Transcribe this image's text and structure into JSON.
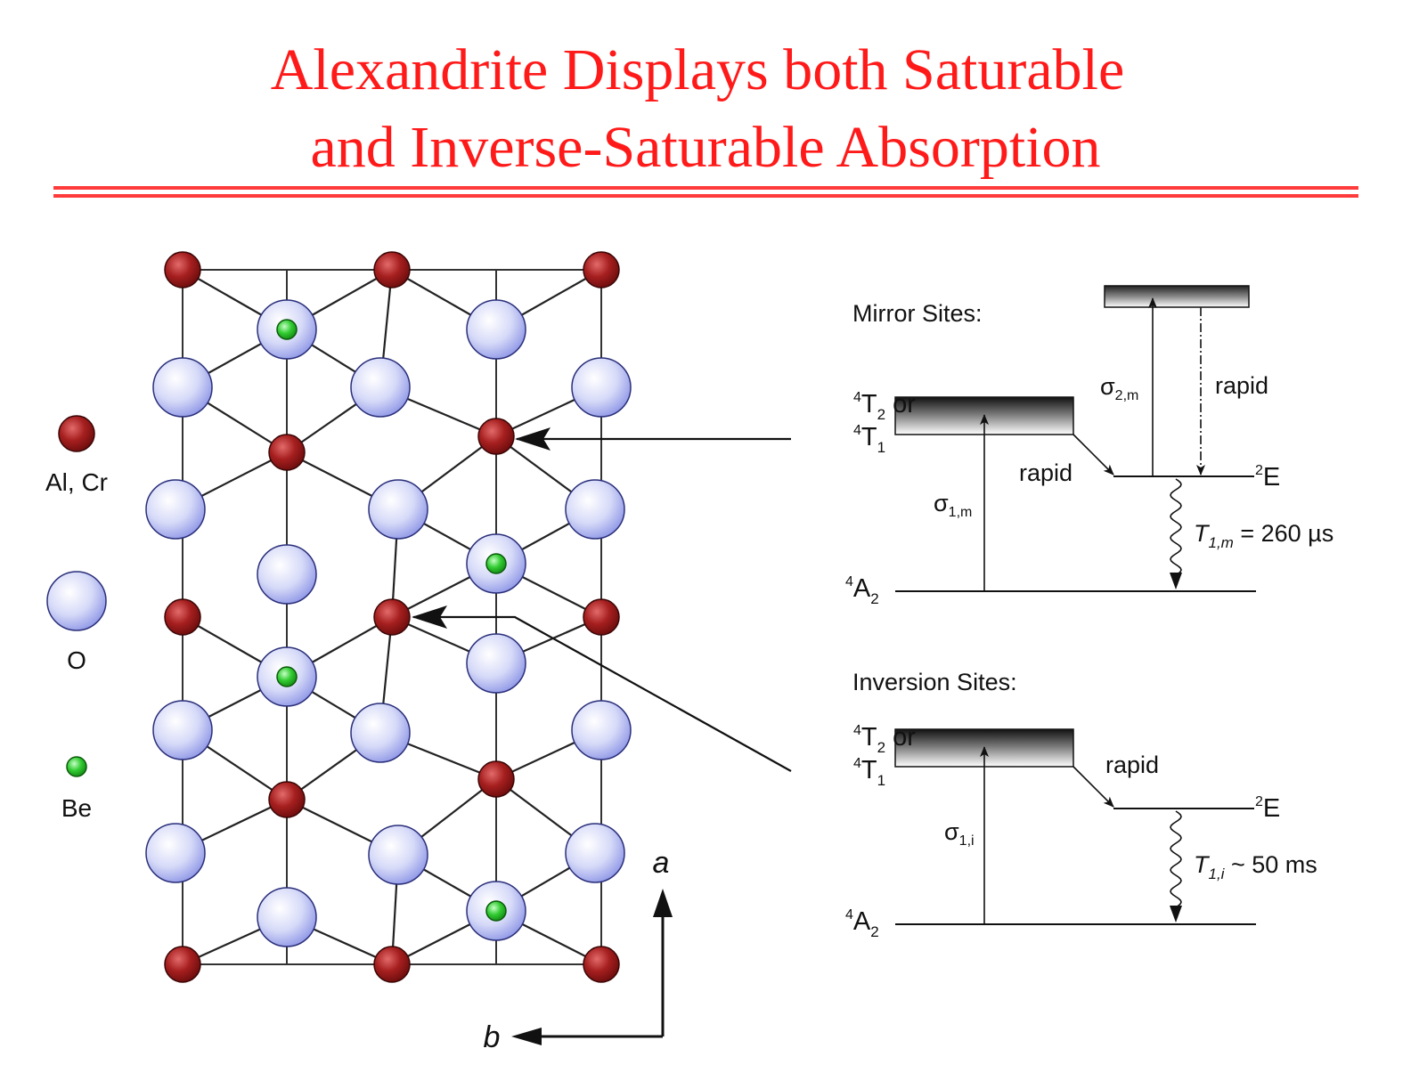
{
  "title": {
    "line1": "Alexandrite Displays both Saturable",
    "line2": "and Inverse-Saturable Absorption"
  },
  "colors": {
    "title": "#ff1a1a",
    "rule": "#ff3b3b",
    "al_cr_atom": "#a61f1f",
    "o_atom": "#b9bff2",
    "be_atom": "#33cc33"
  },
  "legend": {
    "al_cr": "Al, Cr",
    "o": "O",
    "be": "Be"
  },
  "axes": {
    "a": "a",
    "b": "b"
  },
  "mirror": {
    "heading": "Mirror Sites:",
    "state_t2_sup": "4",
    "state_t2": "T",
    "state_t2_sub": "2",
    "state_or": " or",
    "state_t1_sup": "4",
    "state_t1": "T",
    "state_t1_sub": "1",
    "state_e_sup": "2",
    "state_e": "E",
    "state_a2_sup": "4",
    "state_a2": "A",
    "state_a2_sub": "2",
    "rapid_top": "rapid",
    "rapid_left": "rapid",
    "sigma1": "σ",
    "sigma1_sub": "1,m",
    "sigma2": "σ",
    "sigma2_sub": "2,m",
    "tau": "T",
    "tau_sub": "1,m",
    "tau_value": " = 260 µs"
  },
  "inversion": {
    "heading": "Inversion Sites:",
    "state_t2_sup": "4",
    "state_t2": "T",
    "state_t2_sub": "2",
    "state_or": " or",
    "state_t1_sup": "4",
    "state_t1": "T",
    "state_t1_sub": "1",
    "state_e_sup": "2",
    "state_e": "E",
    "state_a2_sup": "4",
    "state_a2": "A",
    "state_a2_sub": "2",
    "rapid": "rapid",
    "sigma1": "σ",
    "sigma1_sub": "1,i",
    "tau": "T",
    "tau_sub": "1,i",
    "tau_value": " ~ 50 ms"
  }
}
